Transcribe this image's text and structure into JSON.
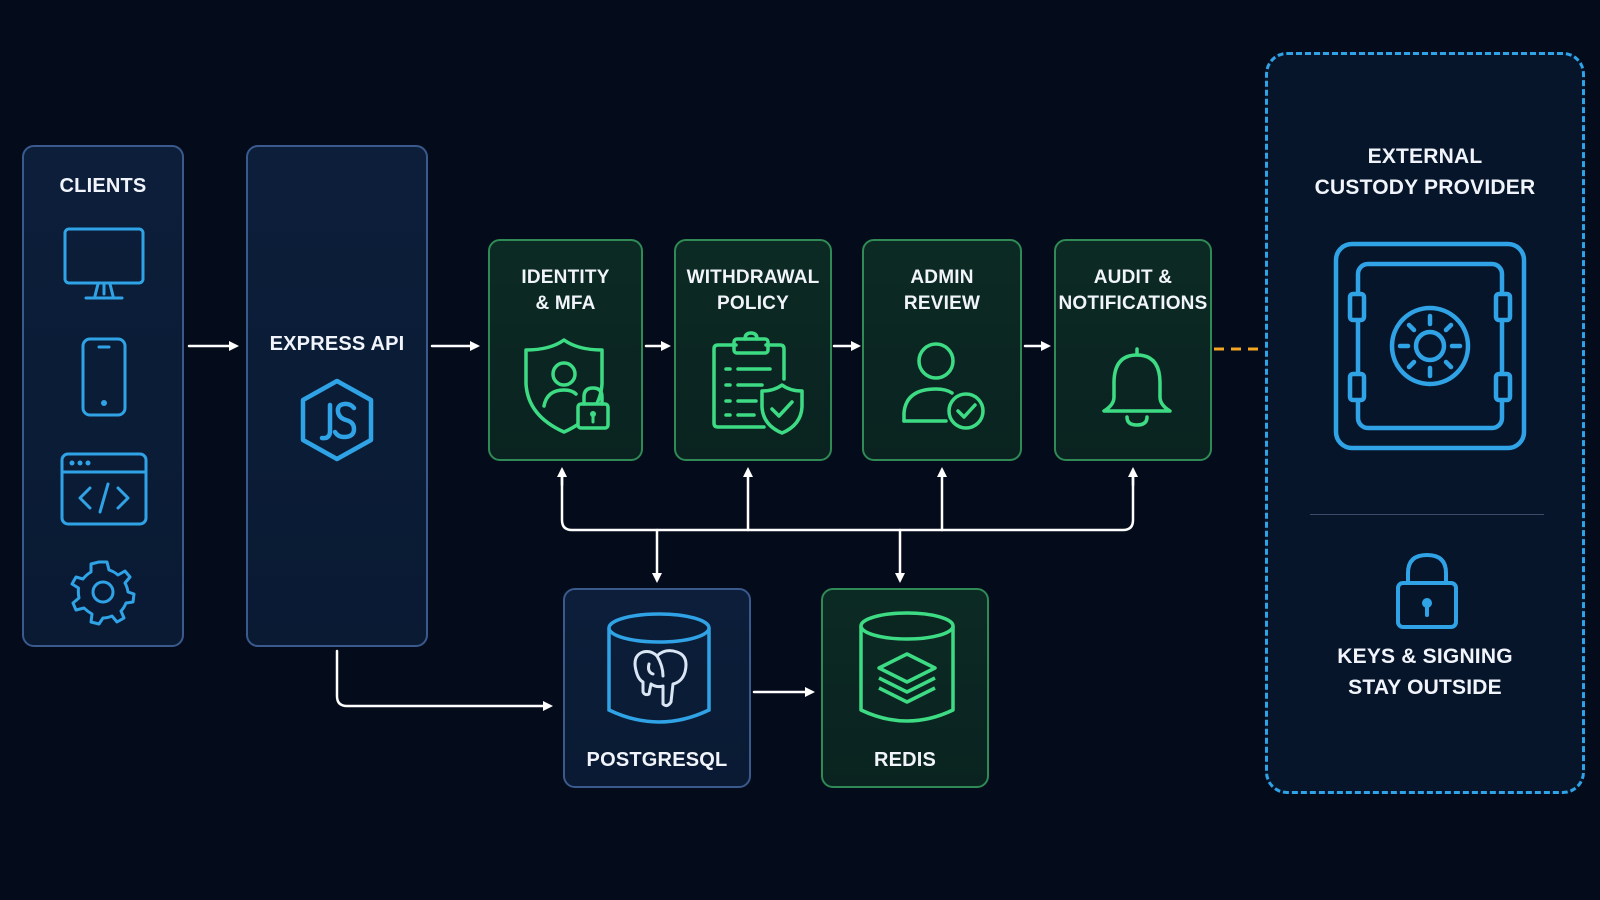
{
  "clients": {
    "title": "CLIENTS",
    "icons": [
      "desktop-monitor-icon",
      "mobile-phone-icon",
      "code-window-icon",
      "gear-icon"
    ]
  },
  "api": {
    "title": "EXPRESS API",
    "icon": "nodejs-hexagon-icon"
  },
  "pipeline": [
    {
      "title": "IDENTITY\n& MFA",
      "icon": "shield-user-lock-icon"
    },
    {
      "title": "WITHDRAWAL\nPOLICY",
      "icon": "clipboard-shield-icon"
    },
    {
      "title": "ADMIN\nREVIEW",
      "icon": "user-check-icon"
    },
    {
      "title": "AUDIT &\nNOTIFICATIONS",
      "icon": "bell-icon"
    }
  ],
  "stores": [
    {
      "title": "POSTGRESQL",
      "icon": "postgres-elephant-database-icon"
    },
    {
      "title": "REDIS",
      "icon": "stacked-layers-database-icon"
    }
  ],
  "external": {
    "title": "EXTERNAL\nCUSTODY PROVIDER",
    "vault_icon": "vault-safe-icon",
    "lock_icon": "padlock-icon",
    "note": "KEYS & SIGNING\nSTAY OUTSIDE"
  },
  "colors": {
    "background": "#040b1a",
    "blue_accent": "#2fa3e6",
    "green_accent": "#3ddc84",
    "external_arrow": "#f5a623",
    "connector": "#ffffff"
  }
}
